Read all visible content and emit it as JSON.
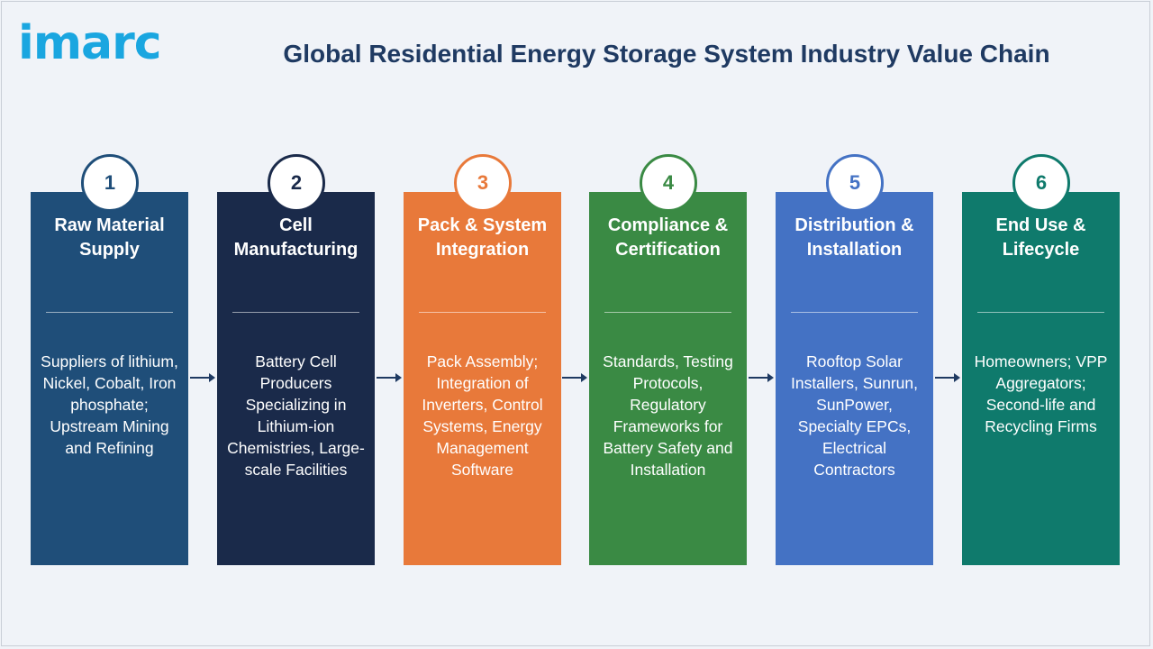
{
  "header": {
    "logo_text": "imarc",
    "title": "Global Residential Energy Storage System Industry Value Chain"
  },
  "steps": [
    {
      "number": "1",
      "title": "Raw Material Supply",
      "description": "Suppliers of lithium, Nickel, Cobalt, Iron phosphate; Upstream Mining and Refining",
      "color": "#1f4e79"
    },
    {
      "number": "2",
      "title": "Cell Manufacturing",
      "description": "Battery Cell Producers Specializing in Lithium-ion Chemistries, Large-scale Facilities",
      "color": "#1a2a4a"
    },
    {
      "number": "3",
      "title": "Pack & System Integration",
      "description": "Pack Assembly; Integration of Inverters, Control Systems, Energy Management Software",
      "color": "#e8793a"
    },
    {
      "number": "4",
      "title": "Compliance & Certification",
      "description": "Standards, Testing Protocols, Regulatory Frameworks for Battery Safety and Installation",
      "color": "#3a8a44"
    },
    {
      "number": "5",
      "title": "Distribution & Installation",
      "description": "Rooftop Solar Installers, Sunrun, SunPower, Specialty EPCs, Electrical Contractors",
      "color": "#4472c4"
    },
    {
      "number": "6",
      "title": "End Use & Lifecycle",
      "description": "Homeowners; VPP Aggregators; Second-life and Recycling Firms",
      "color": "#0f7a6c"
    }
  ],
  "colors": {
    "title": "#1f3a62",
    "logo": "#1aa6e0",
    "arrow": "#1f3a62",
    "background": "#f0f3f8"
  }
}
